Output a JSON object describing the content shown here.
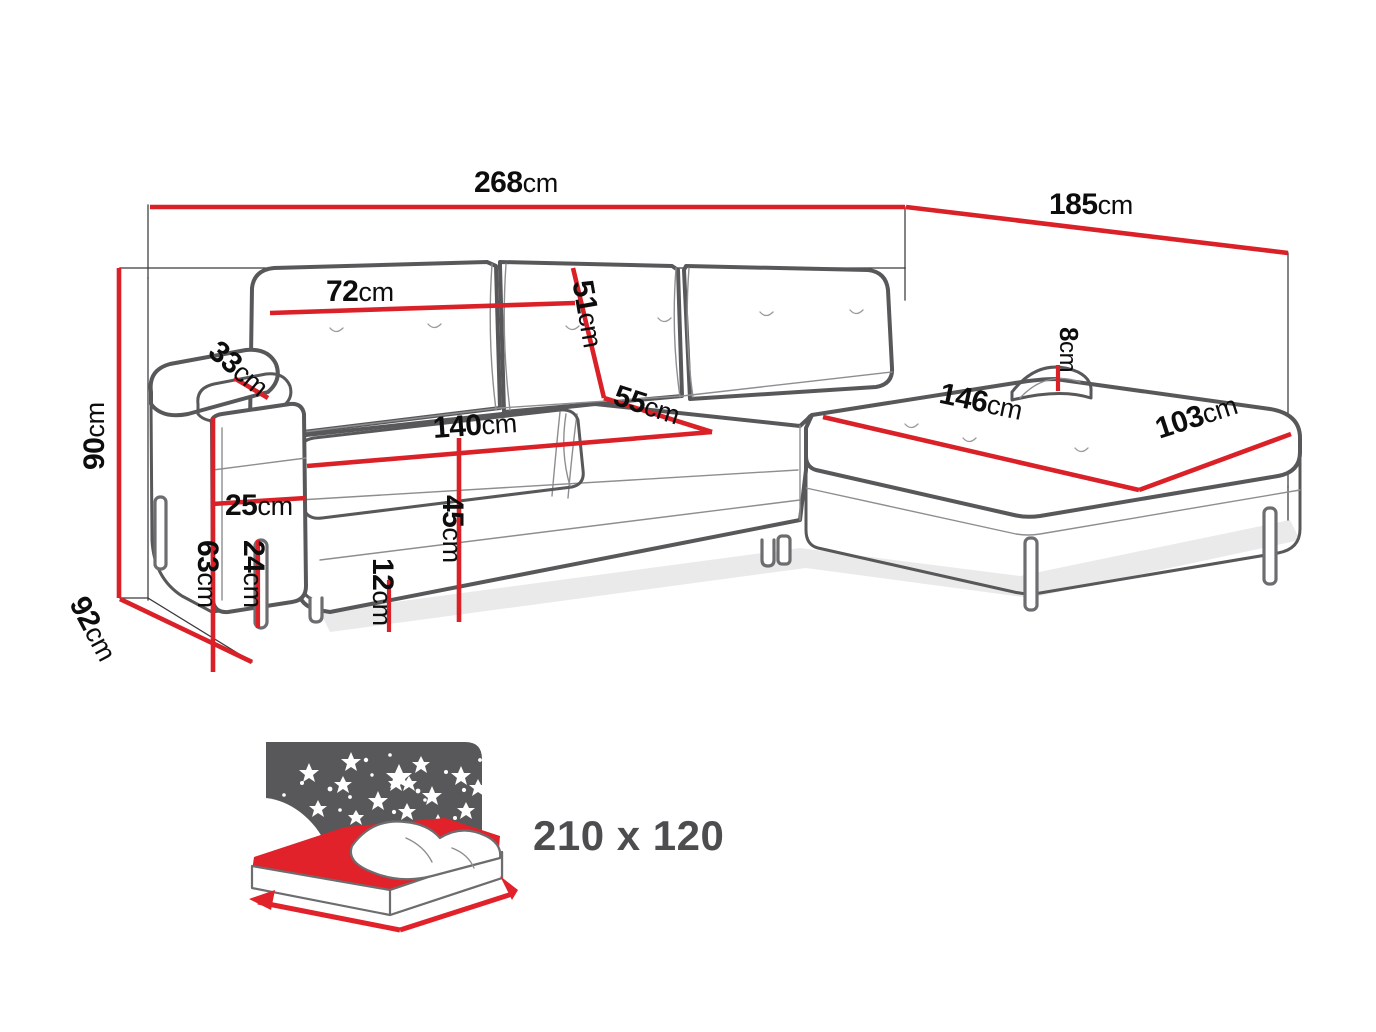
{
  "diagram": {
    "title": "Corner sofa bed dimensions",
    "unit": "cm",
    "accent_color": "#da2128",
    "outline_color": "#58585a",
    "background_color": "#ffffff"
  },
  "dimensions": {
    "overall_width": {
      "value": "268",
      "unit": "cm",
      "name": "overall-width"
    },
    "overall_depth": {
      "value": "185",
      "unit": "cm",
      "name": "overall-depth"
    },
    "overall_height": {
      "value": "90",
      "unit": "cm",
      "name": "overall-height"
    },
    "side_depth": {
      "value": "92",
      "unit": "cm",
      "name": "side-depth"
    },
    "backrest_width": {
      "value": "72",
      "unit": "cm",
      "name": "backrest-width"
    },
    "backrest_height": {
      "value": "51",
      "unit": "cm",
      "name": "backrest-height"
    },
    "armrest_top_depth": {
      "value": "33",
      "unit": "cm",
      "name": "armrest-top-depth"
    },
    "seat_depth": {
      "value": "55",
      "unit": "cm",
      "name": "seat-depth"
    },
    "seat_width": {
      "value": "140",
      "unit": "cm",
      "name": "seat-width"
    },
    "armrest_width": {
      "value": "25",
      "unit": "cm",
      "name": "armrest-width"
    },
    "seat_height": {
      "value": "45",
      "unit": "cm",
      "name": "seat-height"
    },
    "armrest_height": {
      "value": "63",
      "unit": "cm",
      "name": "armrest-height"
    },
    "base_height": {
      "value": "24",
      "unit": "cm",
      "name": "base-height"
    },
    "leg_height": {
      "value": "12",
      "unit": "cm",
      "name": "leg-height"
    },
    "chaise_length": {
      "value": "146",
      "unit": "cm",
      "name": "chaise-length"
    },
    "chaise_width": {
      "value": "103",
      "unit": "cm",
      "name": "chaise-width"
    },
    "chaise_armrest_height": {
      "value": "8",
      "unit": "cm",
      "name": "chaise-armrest-height"
    }
  },
  "sleeping_area": {
    "label": "210 x 120",
    "icon": "bed-night-icon"
  }
}
